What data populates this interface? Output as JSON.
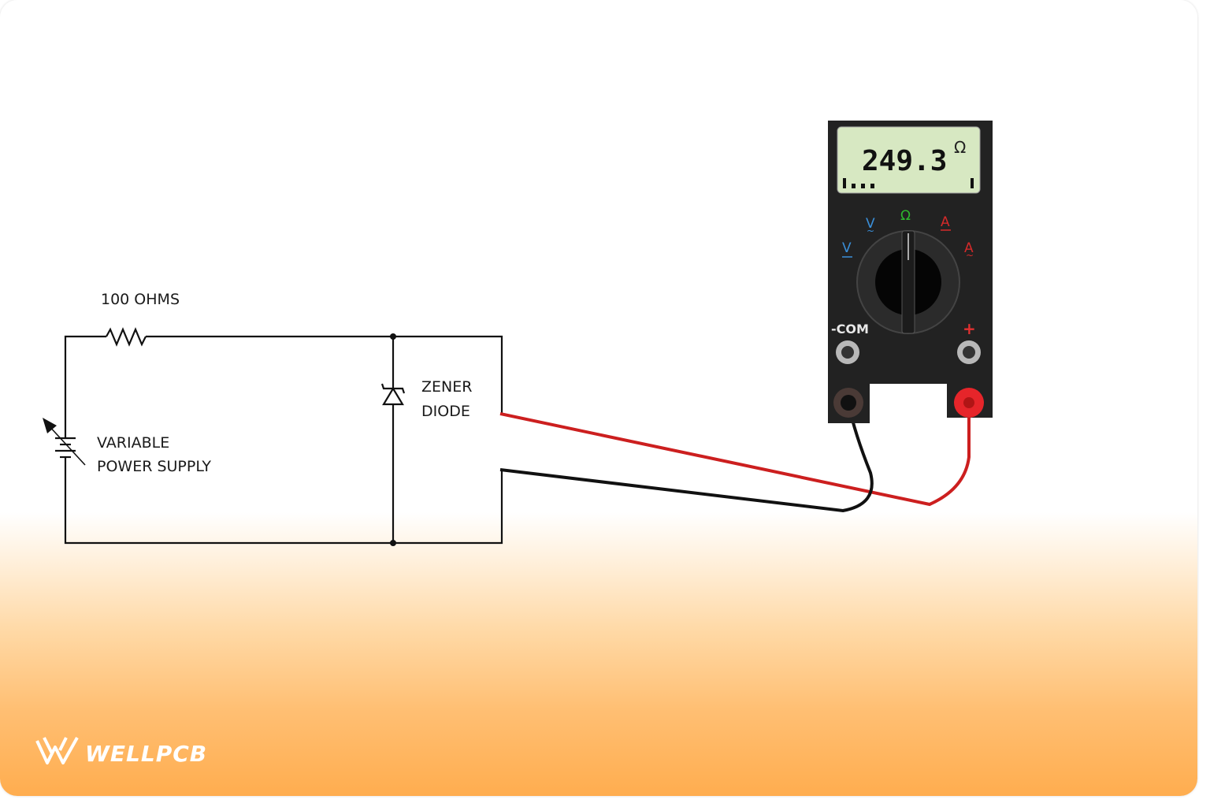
{
  "labels": {
    "resistor": "100 OHMS",
    "supply_line1": "VARIABLE",
    "supply_line2": "POWER SUPPLY",
    "zener_line1": "ZENER",
    "zener_line2": "DIODE"
  },
  "multimeter": {
    "reading": "249.3",
    "unit": "Ω",
    "range_dots": "▮...",
    "dial_symbols": {
      "ohm": "Ω",
      "v_ac": "V",
      "v_dc": "V",
      "a_ac": "A",
      "a_dc": "A"
    },
    "com_label": "-COM",
    "plus_label": "+",
    "colors": {
      "body": "#222222",
      "lcd": "#d7e8c2",
      "ohm_symbol": "#2eb82e",
      "volt_symbol": "#3a8fd9",
      "amp_symbol": "#d42a2a"
    }
  },
  "leads": {
    "red_color": "#cc1f1f",
    "black_color": "#111111"
  },
  "logo": {
    "text": "WELLPCB"
  }
}
